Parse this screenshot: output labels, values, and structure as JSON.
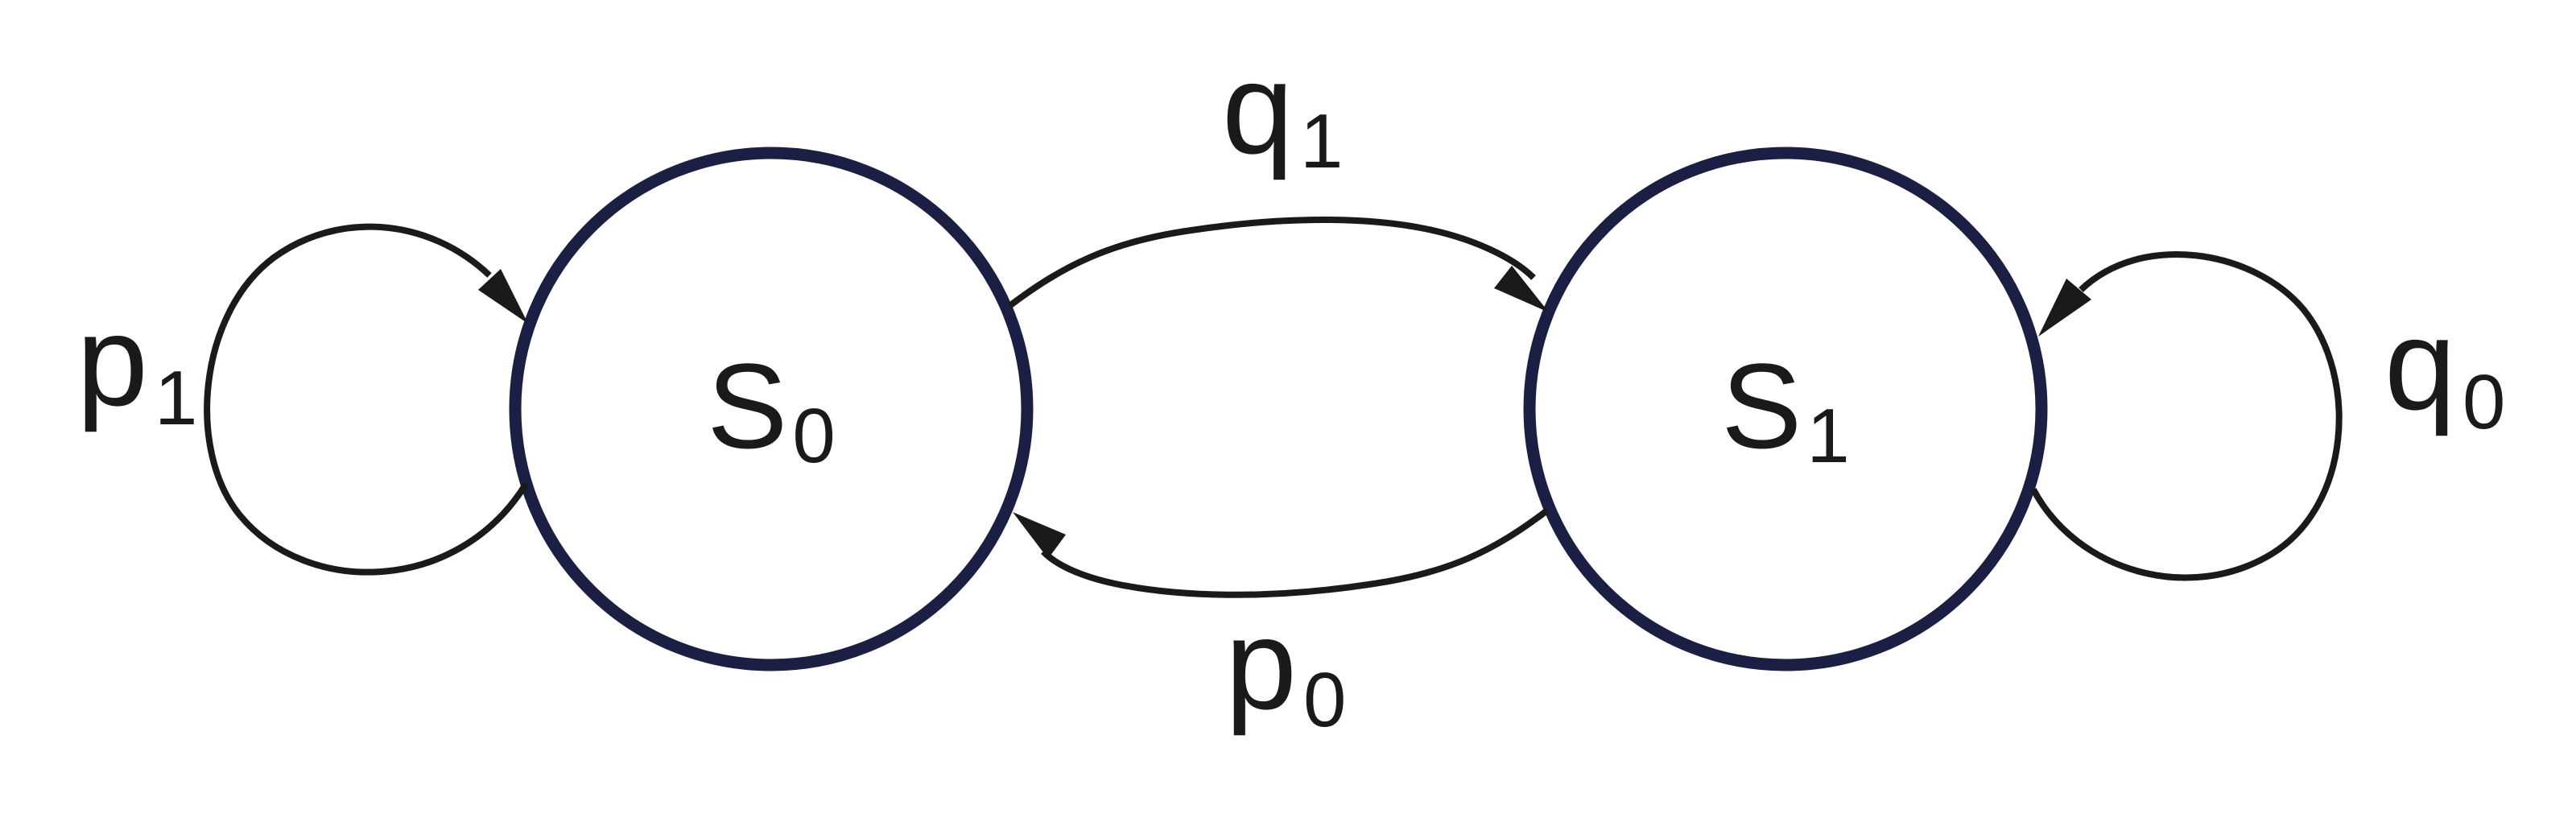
{
  "colors": {
    "state_stroke": "#1c1f44",
    "edge_stroke": "#1a1a1a",
    "label": "#1a1a1a",
    "background": "#ffffff"
  },
  "states": [
    {
      "id": "s0",
      "symbol": "S",
      "subscript": "0"
    },
    {
      "id": "s1",
      "symbol": "S",
      "subscript": "1"
    }
  ],
  "transitions": [
    {
      "id": "s0-self",
      "from": "s0",
      "to": "s0",
      "symbol": "p",
      "subscript": "1"
    },
    {
      "id": "s0-to-s1",
      "from": "s0",
      "to": "s1",
      "symbol": "q",
      "subscript": "1"
    },
    {
      "id": "s1-to-s0",
      "from": "s1",
      "to": "s0",
      "symbol": "p",
      "subscript": "0"
    },
    {
      "id": "s1-self",
      "from": "s1",
      "to": "s1",
      "symbol": "q",
      "subscript": "0"
    }
  ]
}
